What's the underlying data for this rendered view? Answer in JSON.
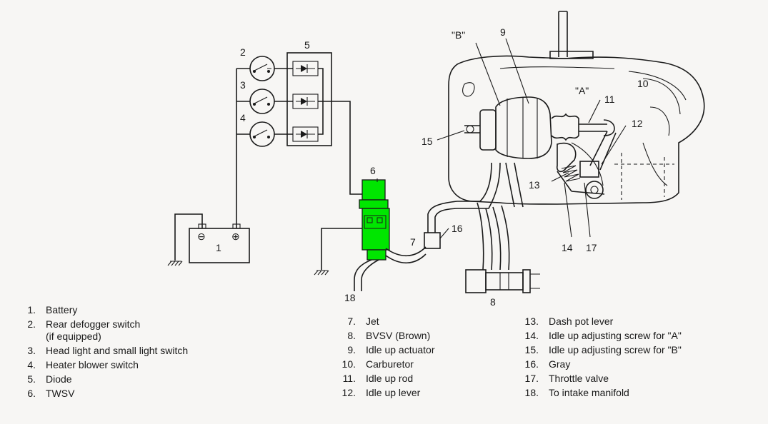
{
  "callouts": {
    "c1": "1",
    "c2": "2",
    "c3": "3",
    "c4": "4",
    "c5": "5",
    "c6": "6",
    "c7": "7",
    "c8": "8",
    "c9": "9",
    "c10": "10",
    "c11": "11",
    "c12": "12",
    "c13": "13",
    "c14": "14",
    "c15": "15",
    "c16": "16",
    "c17": "17",
    "c18": "18",
    "cA": "\"A\"",
    "cB": "\"B\"",
    "minus": "⊖",
    "plus": "⊕"
  },
  "legend": {
    "col1": [
      {
        "num": "1.",
        "text": "Battery"
      },
      {
        "num": "2.",
        "text": "Rear defogger switch",
        "sub": "(if equipped)"
      },
      {
        "num": "3.",
        "text": "Head light and small light switch"
      },
      {
        "num": "4.",
        "text": "Heater blower switch"
      },
      {
        "num": "5.",
        "text": "Diode"
      },
      {
        "num": "6.",
        "text": "TWSV"
      }
    ],
    "col2": [
      {
        "num": "7.",
        "text": "Jet"
      },
      {
        "num": "8.",
        "text": "BVSV (Brown)"
      },
      {
        "num": "9.",
        "text": "Idle up actuator"
      },
      {
        "num": "10.",
        "text": "Carburetor"
      },
      {
        "num": "11.",
        "text": "Idle up rod"
      },
      {
        "num": "12.",
        "text": "Idle up lever"
      }
    ],
    "col3": [
      {
        "num": "13.",
        "text": "Dash pot lever"
      },
      {
        "num": "14.",
        "text": "Idle up adjusting screw for \"A\""
      },
      {
        "num": "15.",
        "text": "Idle up adjusting screw for \"B\""
      },
      {
        "num": "16.",
        "text": "Gray"
      },
      {
        "num": "17.",
        "text": "Throttle valve"
      },
      {
        "num": "18.",
        "text": "To intake manifold"
      }
    ]
  },
  "colors": {
    "highlight": "#00e600",
    "line": "#1a1a1a",
    "background": "#f7f6f4"
  }
}
